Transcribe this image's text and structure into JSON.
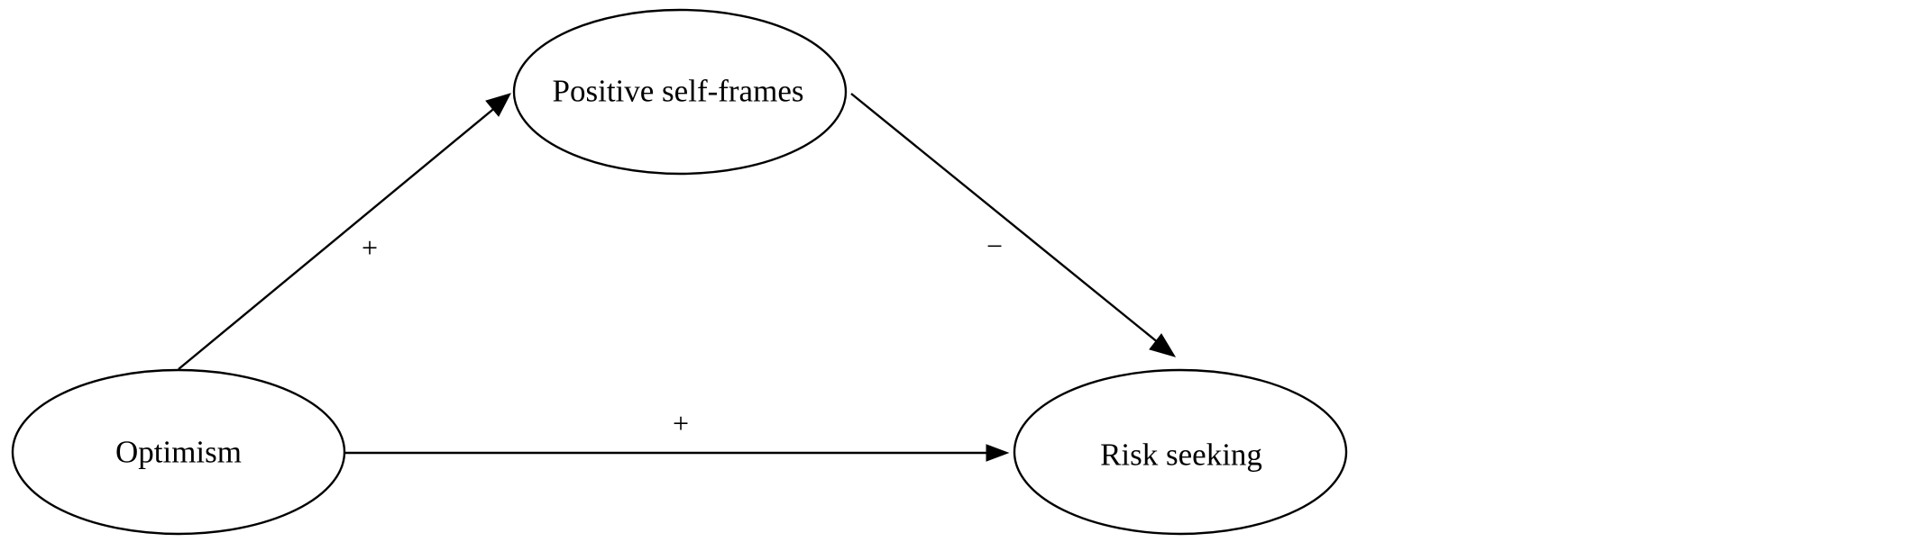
{
  "diagram": {
    "nodes": [
      {
        "id": "positive_self_frames",
        "label": "Positive self-frames"
      },
      {
        "id": "optimism",
        "label": "Optimism"
      },
      {
        "id": "risk_seeking",
        "label": "Risk seeking"
      }
    ],
    "edges": [
      {
        "from": "optimism",
        "to": "positive_self_frames",
        "sign": "+"
      },
      {
        "from": "positive_self_frames",
        "to": "risk_seeking",
        "sign": "−"
      },
      {
        "from": "optimism",
        "to": "risk_seeking",
        "sign": "+"
      }
    ],
    "colors": {
      "stroke": "#000000",
      "background": "#ffffff"
    }
  }
}
